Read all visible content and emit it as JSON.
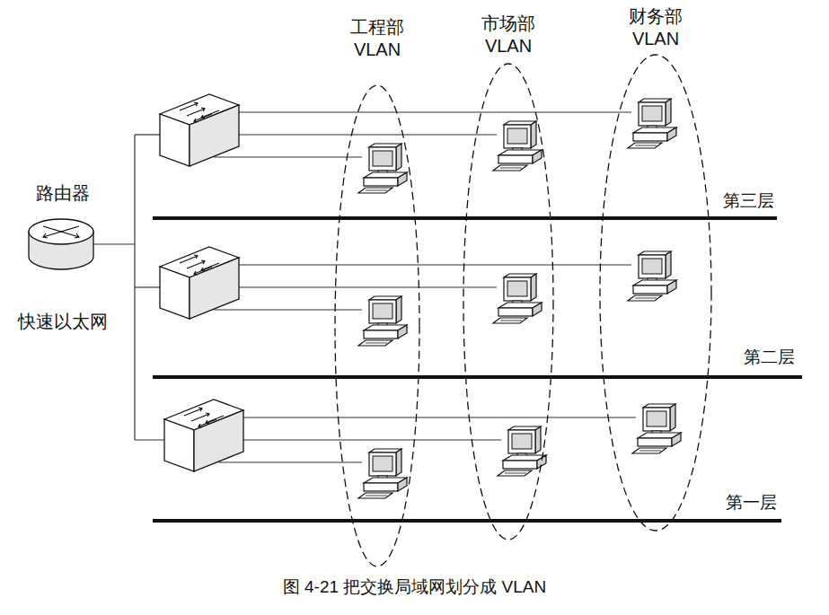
{
  "diagram": {
    "caption": "图 4-21 把交换局域网划分成 VLAN",
    "nodes": [
      {
        "text": [
          "路由器",
          "快速以太网"
        ]
      },
      {
        "text": [
          "工程部 VLAN"
        ]
      },
      {
        "text": [
          "市场部 VLAN"
        ]
      },
      {
        "text": [
          "财务部 VLAN"
        ]
      }
    ],
    "labels": [
      "第三层",
      "第二层",
      "第一层"
    ]
  }
}
